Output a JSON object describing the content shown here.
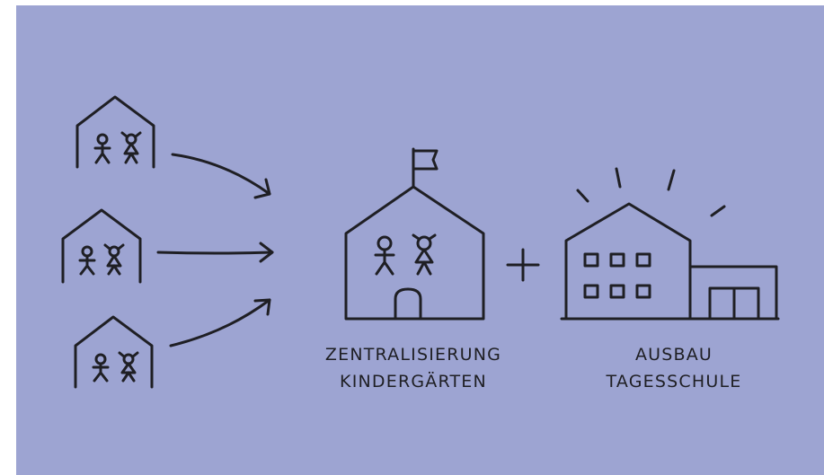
{
  "labels": {
    "left_line1": "ZENTRALISIERUNG",
    "left_line2": "KINDERGÄRTEN",
    "right_line1": "AUSBAU",
    "right_line2": "TAGESSCHULE"
  },
  "operator": "+",
  "colors": {
    "background": "#9da4d2",
    "ink": "#1f1f24"
  }
}
